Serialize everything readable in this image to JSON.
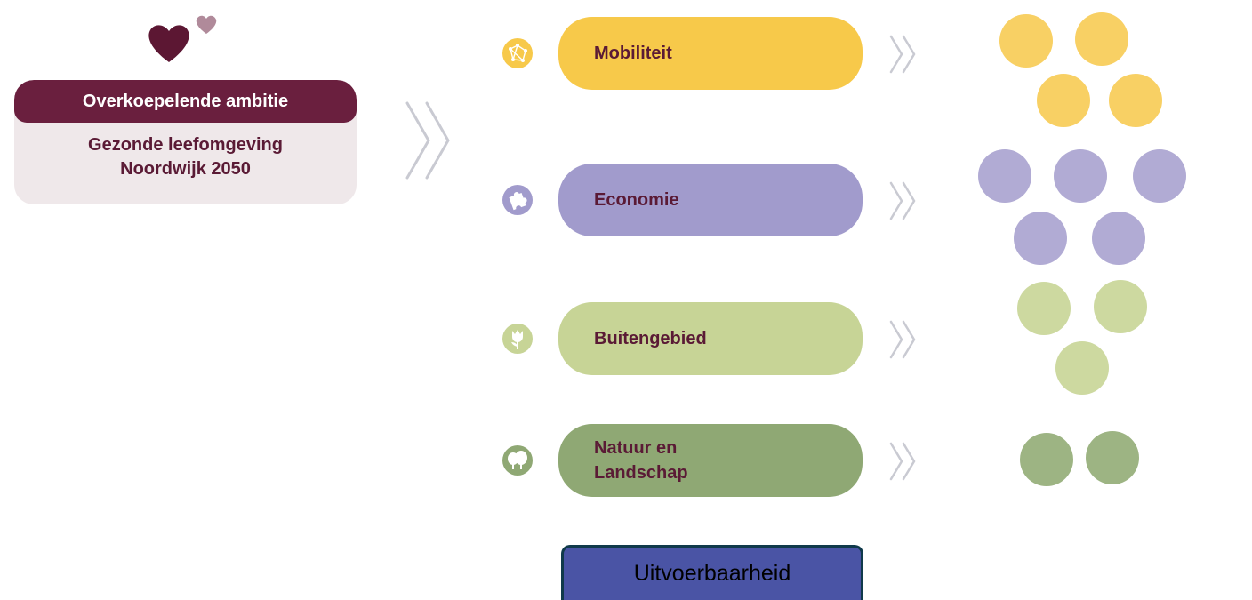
{
  "ambition": {
    "header": "Overkoepelende ambitie",
    "line1": "Gezonde leefomgeving",
    "line2": "Noordwijk 2050",
    "header_color": "#6a1f3e",
    "card_color": "#efe8ea"
  },
  "hearts": {
    "icon": "hearts-icon",
    "colors": [
      "#5c1733",
      "#b08a9a"
    ]
  },
  "themes": [
    {
      "label": "Mobiliteit",
      "color": "#f7c94a",
      "dot_color": "#f8d064",
      "icon": "network-icon",
      "dots": 4
    },
    {
      "label": "Economie",
      "color": "#a19bcc",
      "dot_color": "#b1abd4",
      "icon": "puzzle-icon",
      "dots": 5
    },
    {
      "label": "Buitengebied",
      "color": "#c7d496",
      "dot_color": "#cdd9a0",
      "icon": "tulip-icon",
      "dots": 3
    },
    {
      "label": "Natuur en Landschap",
      "color": "#8fa874",
      "dot_color": "#9db483",
      "icon": "trees-icon",
      "dots": 2
    }
  ],
  "footer": {
    "button_label": "Uitvoerbaarheid",
    "button_color": "#4a54a5"
  }
}
